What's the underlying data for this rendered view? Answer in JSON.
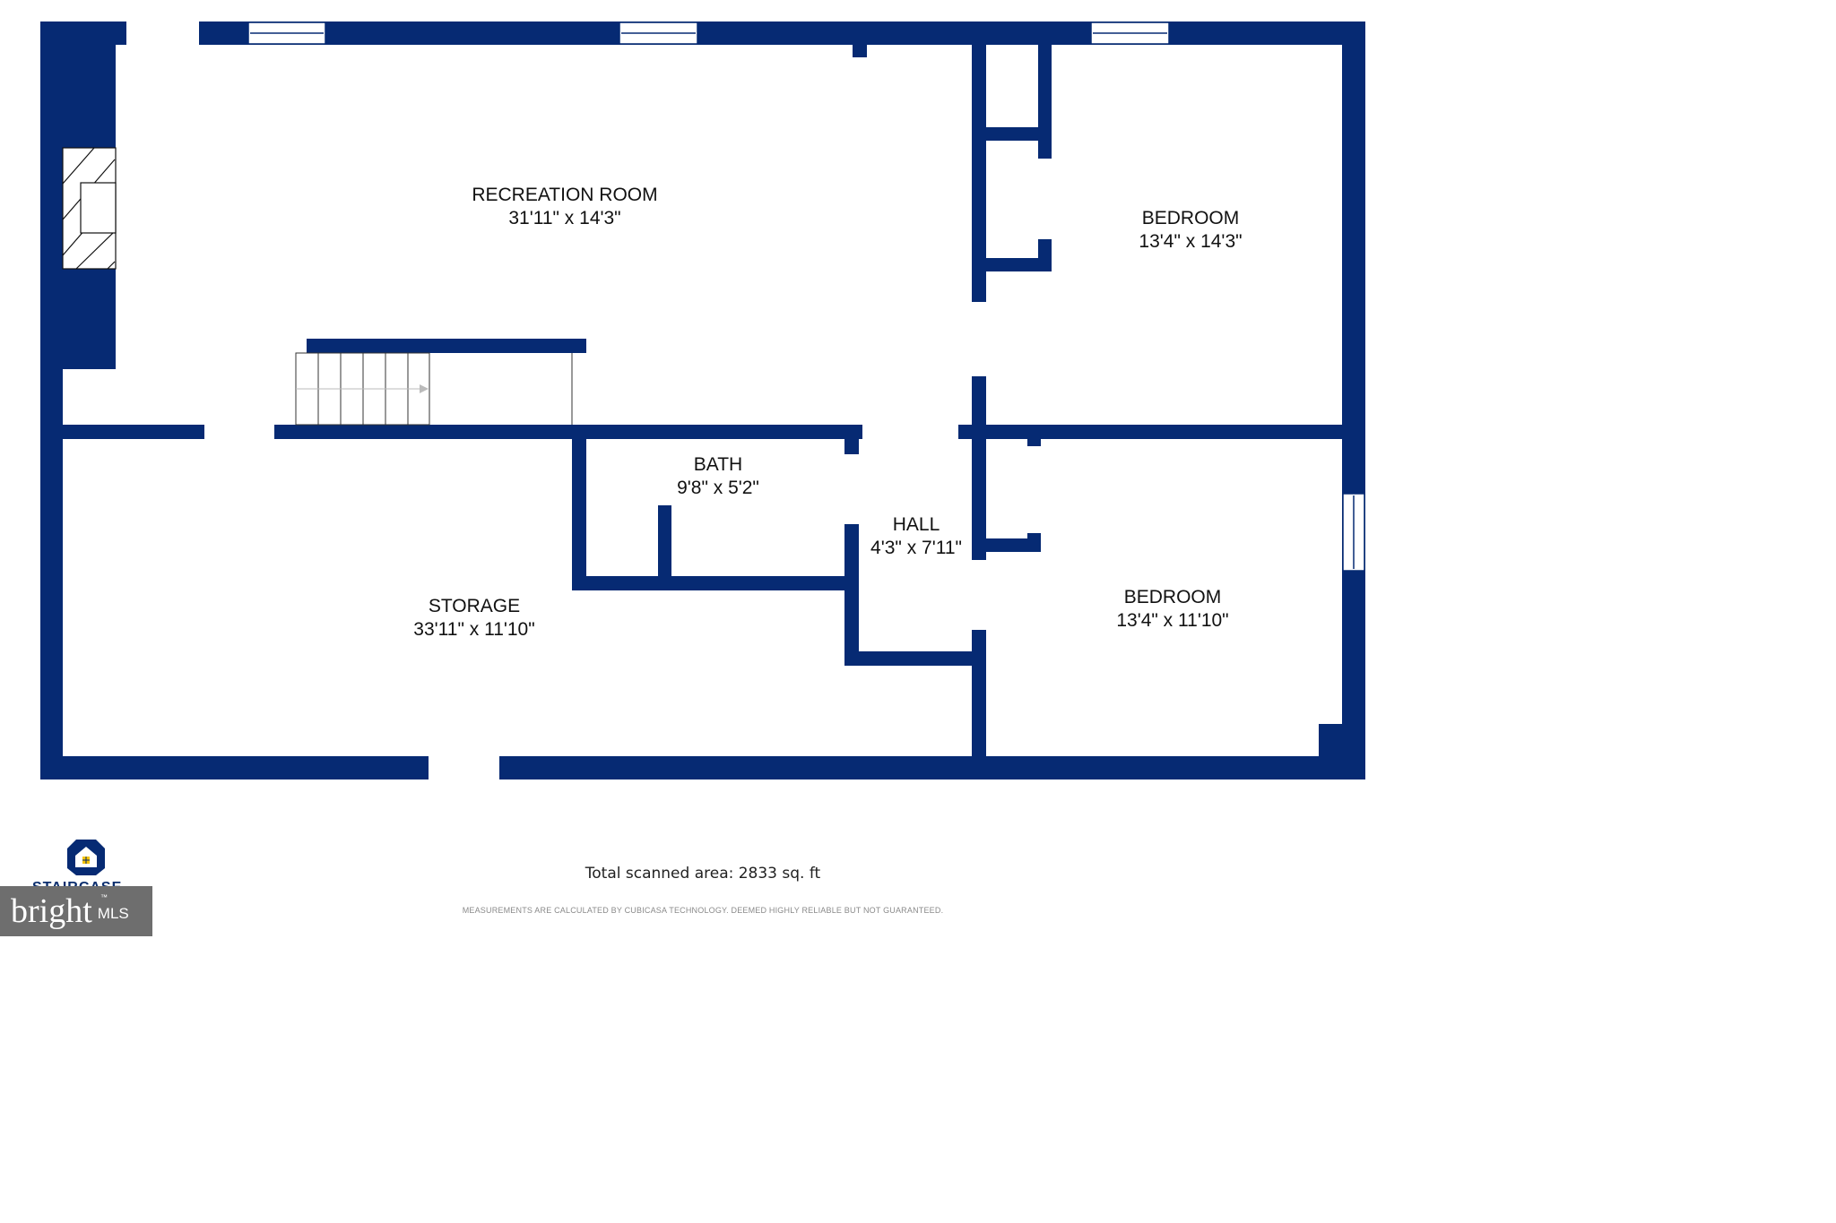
{
  "rooms": [
    {
      "name": "RECREATION ROOM",
      "dims": "31'11\" x 14'3\""
    },
    {
      "name": "BEDROOM",
      "dims": "13'4\" x 14'3\""
    },
    {
      "name": "BATH",
      "dims": "9'8\" x 5'2\""
    },
    {
      "name": "HALL",
      "dims": "4'3\" x 7'11\""
    },
    {
      "name": "STORAGE",
      "dims": "33'11\" x 11'10\""
    },
    {
      "name": "BEDROOM",
      "dims": "13'4\" x 11'10\""
    }
  ],
  "total_area": "Total scanned area: 2833 sq. ft",
  "disclaimer": "MEASUREMENTS ARE CALCULATED BY CUBICASA TECHNOLOGY. DEEMED HIGHLY RELIABLE BUT NOT GUARANTEED.",
  "brand": {
    "name": "STAIRCASE",
    "icon": "house-logo-icon"
  },
  "mls": {
    "word": "bright",
    "suffix": "MLS",
    "tm": "™"
  },
  "colors": {
    "wall": "#062a73",
    "background": "#ffffff",
    "mls_badge": "#6e6e6e"
  }
}
